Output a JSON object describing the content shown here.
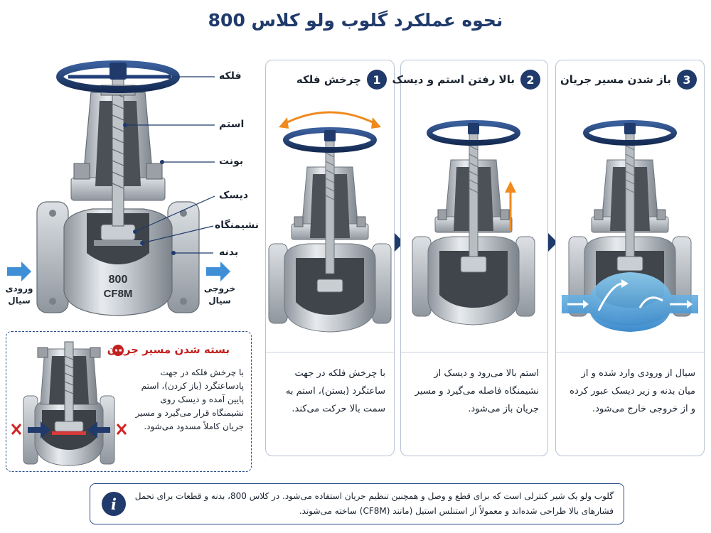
{
  "title": "نحوه عملکرد گلوب ولو کلاس 800",
  "main_valve": {
    "parts": [
      {
        "label": "فلکه"
      },
      {
        "label": "استم"
      },
      {
        "label": "بونت"
      },
      {
        "label": "دیسک"
      },
      {
        "label": "نشیمنگاه"
      },
      {
        "label": "بدنه"
      }
    ],
    "body_marking": "800",
    "material_marking": "CF8M",
    "inlet_label": [
      "ورودی",
      "سیال"
    ],
    "outlet_label": [
      "خروجی",
      "سیال"
    ]
  },
  "closed_state": {
    "title": "بسته شدن مسیر جریان",
    "description": "با چرخش فلکه در جهت پادساعتگرد (باز کردن)، استم پایین آمده و دیسک روی نشیمنگاه قرار می‌گیرد و مسیر جریان کاملاً مسدود می‌شود."
  },
  "steps": [
    {
      "number": "1",
      "title": "چرخش فلکه",
      "description": "با چرخش فلکه در جهت ساعتگرد (بستن)، استم به سمت بالا حرکت می‌کند."
    },
    {
      "number": "2",
      "title": "بالا رفتن استم و دیسک",
      "description": "استم بالا می‌رود و دیسک از نشیمنگاه فاصله می‌گیرد و مسیر جریان باز می‌شود."
    },
    {
      "number": "3",
      "title": "باز شدن مسیر جریان",
      "description": "سیال از ورودی وارد شده و از میان بدنه و زیر دیسک عبور کرده و از خروجی خارج می‌شود."
    }
  ],
  "info": {
    "text": "گلوب ولو یک شیر کنترلی است که برای قطع و وصل و همچنین تنظیم جریان استفاده می‌شود. در کلاس 800، بدنه و قطعات برای تحمل فشارهای بالا طراحی شده‌اند و معمولاً از استنلس استیل (مانند (CF8M) ساخته می‌شوند."
  },
  "colors": {
    "handwheel": "#1f3a6b",
    "accent": "#1f3a6b",
    "closed_title": "#c42020",
    "flow_blue": "#3f8fd6",
    "rotate_arrow": "#f08a1c"
  }
}
